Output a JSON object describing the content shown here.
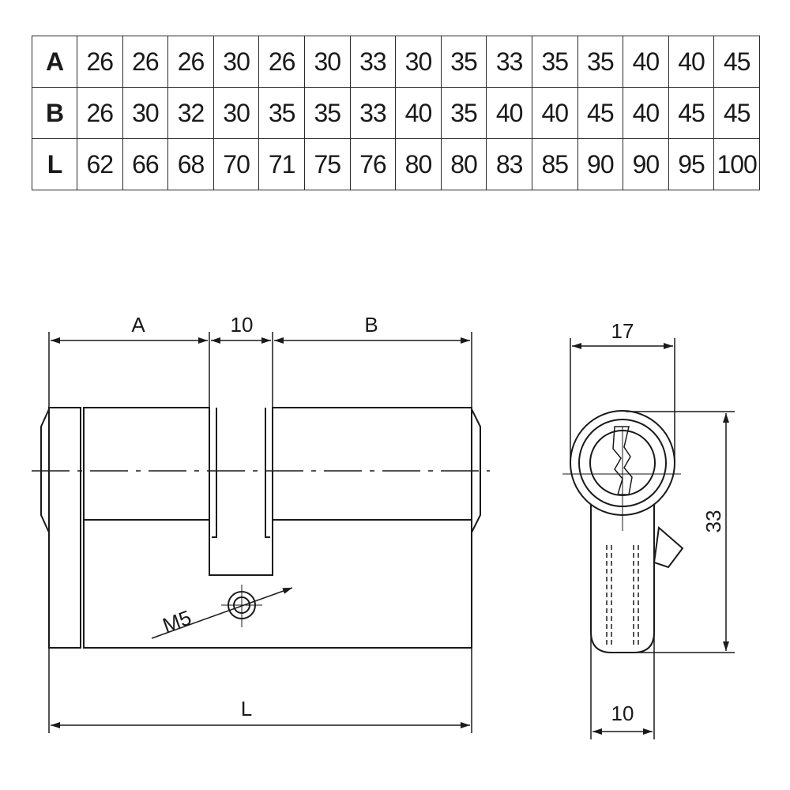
{
  "table": {
    "rows": [
      {
        "label": "A",
        "values": [
          "26",
          "26",
          "26",
          "30",
          "26",
          "30",
          "33",
          "30",
          "35",
          "33",
          "35",
          "35",
          "40",
          "40",
          "45"
        ]
      },
      {
        "label": "B",
        "values": [
          "26",
          "30",
          "32",
          "30",
          "35",
          "35",
          "33",
          "40",
          "35",
          "40",
          "40",
          "45",
          "40",
          "45",
          "45"
        ]
      },
      {
        "label": "L",
        "values": [
          "62",
          "66",
          "68",
          "70",
          "71",
          "75",
          "76",
          "80",
          "80",
          "83",
          "85",
          "90",
          "90",
          "95",
          "100"
        ]
      }
    ]
  },
  "side_view": {
    "dim_a": "A",
    "dim_center": "10",
    "dim_b": "B",
    "dim_l": "L",
    "thread": "M5"
  },
  "end_view": {
    "dim_width_top": "17",
    "dim_height": "33",
    "dim_width_bottom": "10"
  }
}
